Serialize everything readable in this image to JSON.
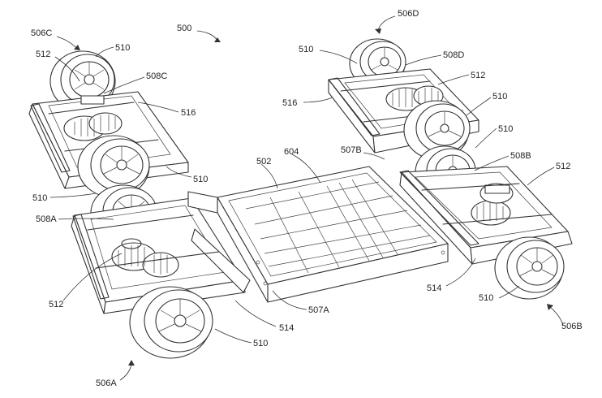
{
  "labels": {
    "l500": "500",
    "l506C": "506C",
    "l510_c_top": "510",
    "l512_c": "512",
    "l508C": "508C",
    "l516_c": "516",
    "l510_c_right": "510",
    "l510_a_left": "510",
    "l508A": "508A",
    "l512_a": "512",
    "l510_a_bottom": "510",
    "l514_a": "514",
    "l507A": "507A",
    "l506A": "506A",
    "l604": "604",
    "l502": "502",
    "l507B": "507B",
    "l506D": "506D",
    "l510_d_top": "510",
    "l508D": "508D",
    "l512_d": "512",
    "l516_d": "516",
    "l510_d_right": "510",
    "l510_b_top": "510",
    "l508B": "508B",
    "l512_b": "512",
    "l514_b": "514",
    "l510_b_bottom": "510",
    "l506B": "506B"
  }
}
